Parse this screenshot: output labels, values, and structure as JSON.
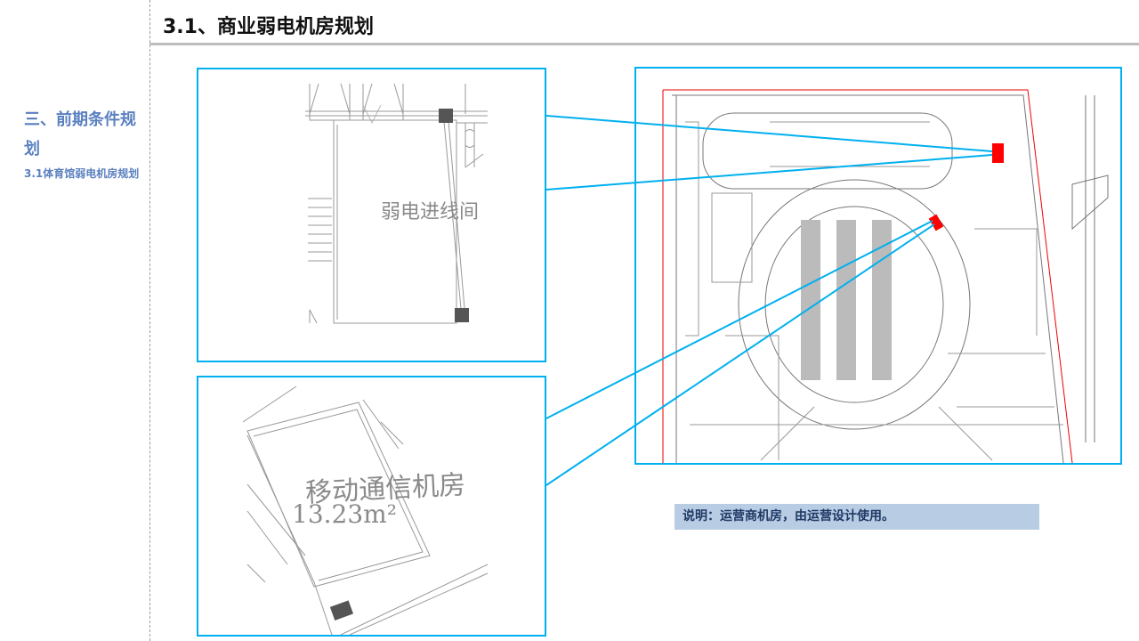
{
  "header": {
    "title": "3.1、商业弱电机房规划"
  },
  "sidebar": {
    "section_title": "三、前期条件规划",
    "subsection": "3.1体育馆弱电机房规划"
  },
  "detail_top": {
    "room_label": "弱电进线间"
  },
  "detail_bottom": {
    "room_label": "移动通信机房",
    "area": "13.23m²"
  },
  "note": {
    "text": "说明：运营商机房，由运营设计使用。"
  },
  "colors": {
    "accent": "#00b0f0",
    "sidebar_text": "#5b80c0",
    "note_bg": "#b8cce4",
    "marker": "#ff0000"
  }
}
